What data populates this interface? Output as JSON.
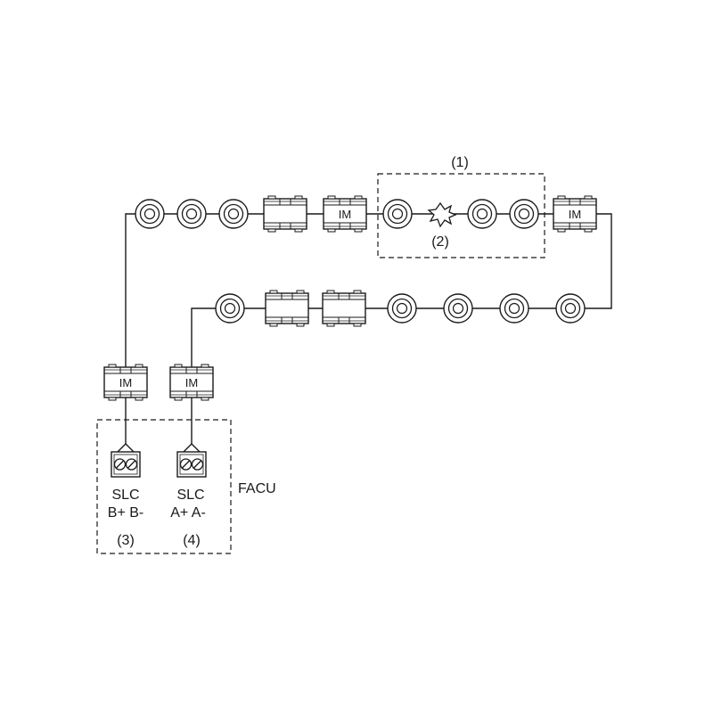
{
  "diagram": {
    "im_label": "IM",
    "zone_label": "(1)",
    "fault_label": "(2)",
    "panel_label": "FACU",
    "terminals": [
      {
        "id": "b",
        "name": "SLC",
        "polarity": "B+ B-",
        "ref": "(3)"
      },
      {
        "id": "a",
        "name": "SLC",
        "polarity": "A+ A-",
        "ref": "(4)"
      }
    ]
  }
}
